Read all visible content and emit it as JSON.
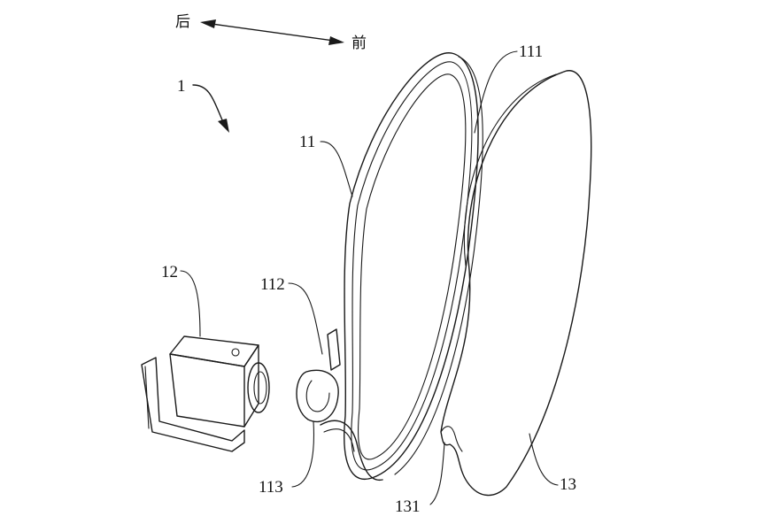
{
  "direction": {
    "back_label": "后",
    "front_label": "前"
  },
  "labels": {
    "assembly": "1",
    "ring": "11",
    "ring_edge": "111",
    "ring_tab": "112",
    "ring_hook": "113",
    "camera": "12",
    "lens_cover": "13",
    "cover_notch": "131"
  }
}
